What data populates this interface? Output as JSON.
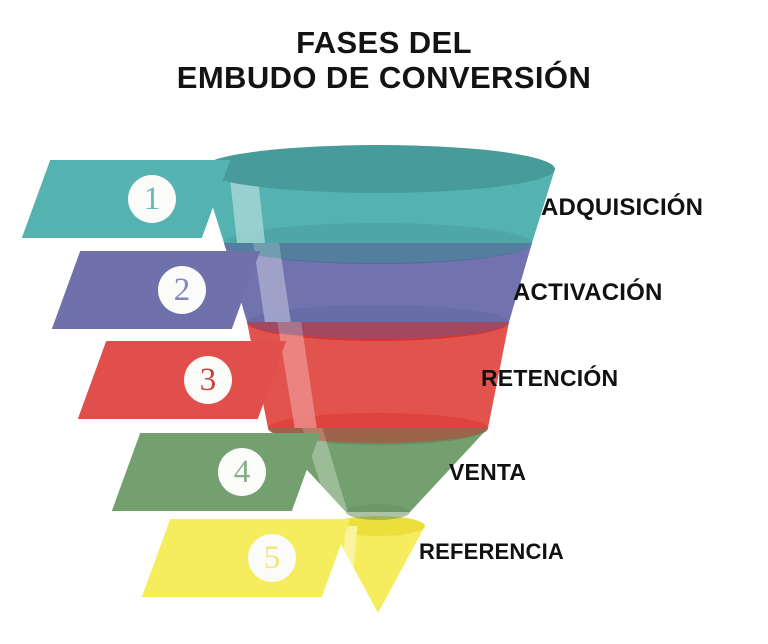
{
  "title": {
    "line1": "FASES DEL",
    "line2": "EMBUDO DE CONVERSIÓN"
  },
  "chart_data": {
    "type": "funnel",
    "title": "FASES DEL EMBUDO DE CONVERSIÓN",
    "orientation": "vertical",
    "legend_position": "right",
    "stages": [
      {
        "number": "1",
        "label": "ADQUISICIÓN",
        "color": "#54b3b0",
        "rim_color": "#479b9b",
        "highlight_color": "#9fd3d1",
        "badge_color": "#54b3b0",
        "number_color": "#dff0ef",
        "width_top_pct": 100,
        "width_bottom_pct": 80
      },
      {
        "number": "2",
        "label": "ACTIVACIÓN",
        "color": "#7073ae",
        "rim_color": "#5f63a0",
        "highlight_color": "#a7a9ce",
        "badge_color": "#6f71ab",
        "number_color": "#e3e3ef",
        "width_top_pct": 80,
        "width_bottom_pct": 60
      },
      {
        "number": "3",
        "label": "RETENCIÓN",
        "color": "#e2534e",
        "rim_color": "#d9342f",
        "highlight_color": "#ee918d",
        "badge_color": "#e04f4b",
        "number_color": "#f8e2e1",
        "width_top_pct": 60,
        "width_bottom_pct": 40
      },
      {
        "number": "4",
        "label": "VENTA",
        "color": "#74a070",
        "rim_color": "#678f63",
        "highlight_color": "#a6c3a3",
        "badge_color": "#74a070",
        "number_color": "#e8f0e7",
        "width_top_pct": 40,
        "width_bottom_pct": 22
      },
      {
        "number": "5",
        "label": "REFERENCIA",
        "color": "#f5ec5e",
        "rim_color": "#ecdf3c",
        "highlight_color": "#faf6ad",
        "badge_color": "#f5ec5e",
        "number_color": "#fdfbe0",
        "width_top_pct": 22,
        "width_bottom_pct": 0
      }
    ]
  },
  "colors": {
    "background": "#ffffff",
    "text": "#111111",
    "title": "#131313"
  }
}
